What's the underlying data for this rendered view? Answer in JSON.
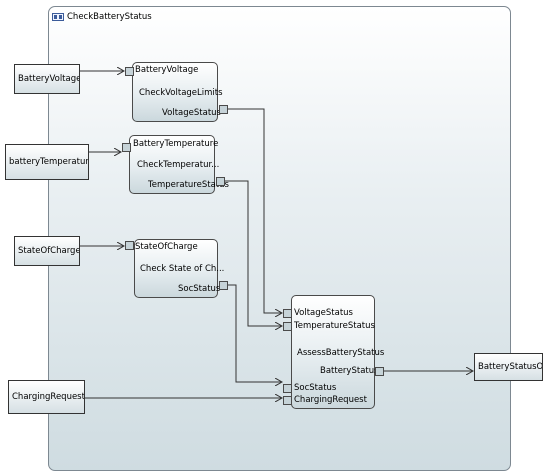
{
  "outer": {
    "title": "CheckBatteryStatus"
  },
  "inputs": {
    "voltage": "BatteryVoltageIn",
    "temperature": "batteryTemperatureIn",
    "charge": "StateOfChargeIn",
    "request": "ChargingRequestIn"
  },
  "output": {
    "status": "BatteryStatusOut"
  },
  "voltage_block": {
    "in": "BatteryVoltage",
    "name": "CheckVoltageLimits",
    "out": "VoltageStatus"
  },
  "temperature_block": {
    "in": "BatteryTemperature",
    "name": "CheckTemperatur...",
    "out": "TemperatureStatus"
  },
  "soc_block": {
    "in": "StateOfCharge",
    "name": "Check State of Ch...",
    "out": "SocStatus"
  },
  "assess_block": {
    "in_voltage": "VoltageStatus",
    "in_temperature": "TemperatureStatus",
    "name": "AssessBatteryStatus",
    "out": "BatteryStatus",
    "in_soc": "SocStatus",
    "in_request": "ChargingRequest"
  },
  "colors": {
    "wire": "#333333",
    "border": "#4a4a4a",
    "port_fill": "#c6d3d8"
  }
}
